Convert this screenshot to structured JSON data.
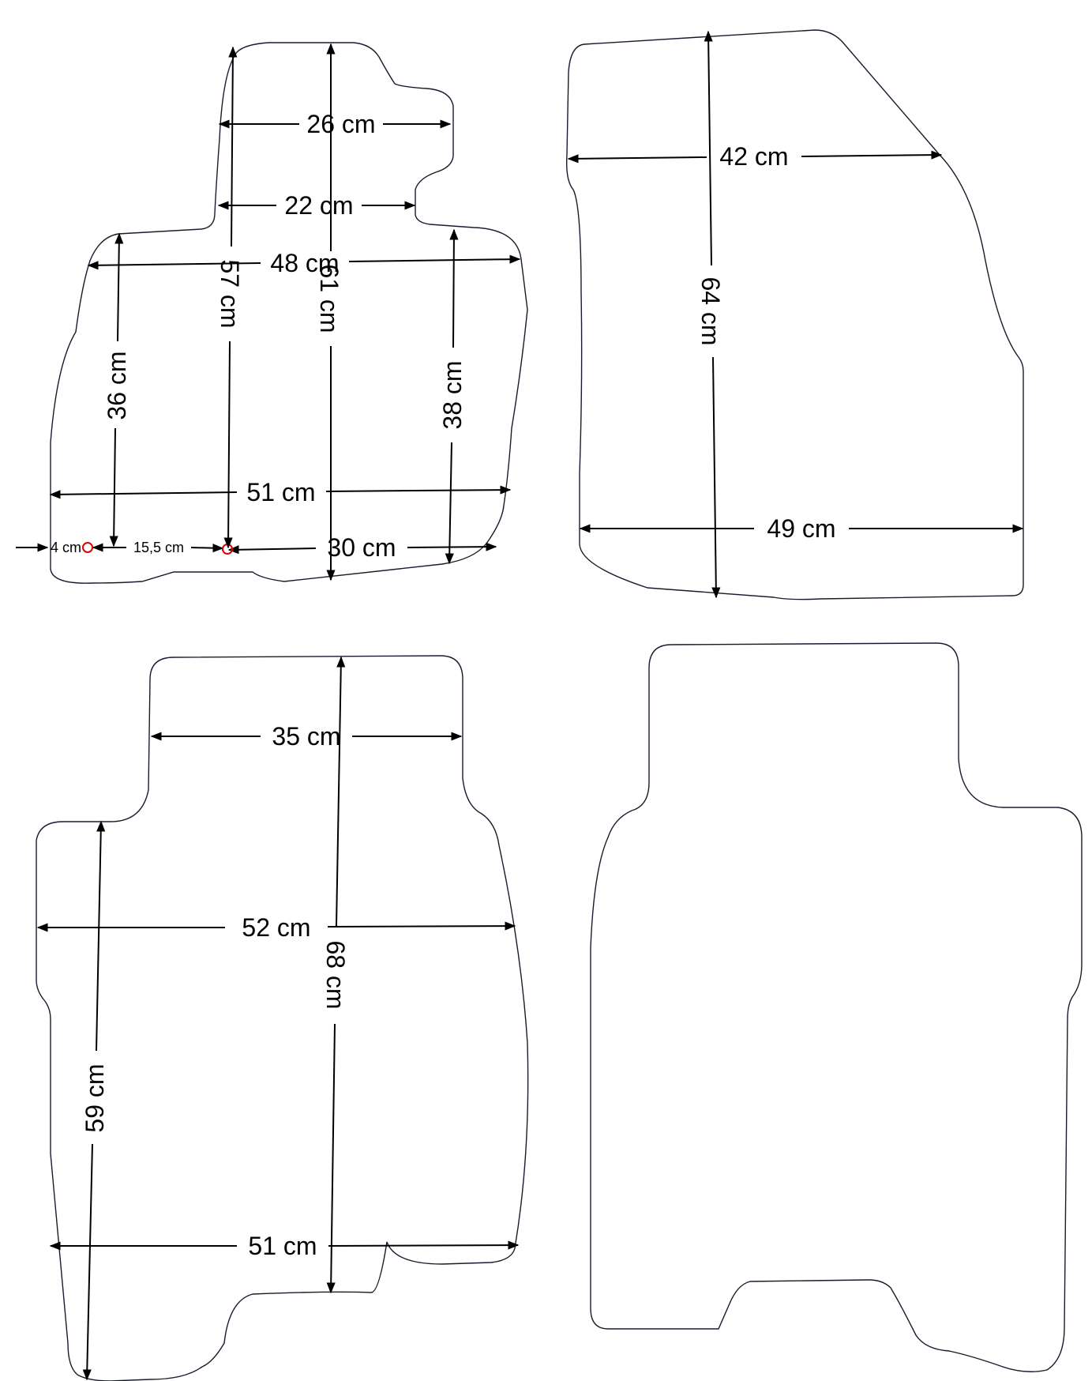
{
  "mats": {
    "front_left": {
      "dims": {
        "top_width": "26 cm",
        "mid_width": "22 cm",
        "wide_width": "48 cm",
        "bottom_width": "51 cm",
        "height_left": "36 cm",
        "height_center": "57 cm",
        "height_total": "61 cm",
        "height_right": "38 cm",
        "offset_edge": "4 cm",
        "offset_mid": "15,5 cm",
        "offset_right": "30 cm"
      }
    },
    "front_right": {
      "dims": {
        "top_width": "42 cm",
        "height": "64 cm",
        "bottom_width": "49 cm"
      }
    },
    "rear_left": {
      "dims": {
        "top_width": "35 cm",
        "wide_width": "52 cm",
        "height_total": "68 cm",
        "height_left": "59 cm",
        "bottom_width": "51 cm"
      }
    },
    "rear_right": {}
  },
  "colors": {
    "outline": "#1a1a2e",
    "dimension_line": "#000000",
    "anchor_marker": "#e00000"
  }
}
